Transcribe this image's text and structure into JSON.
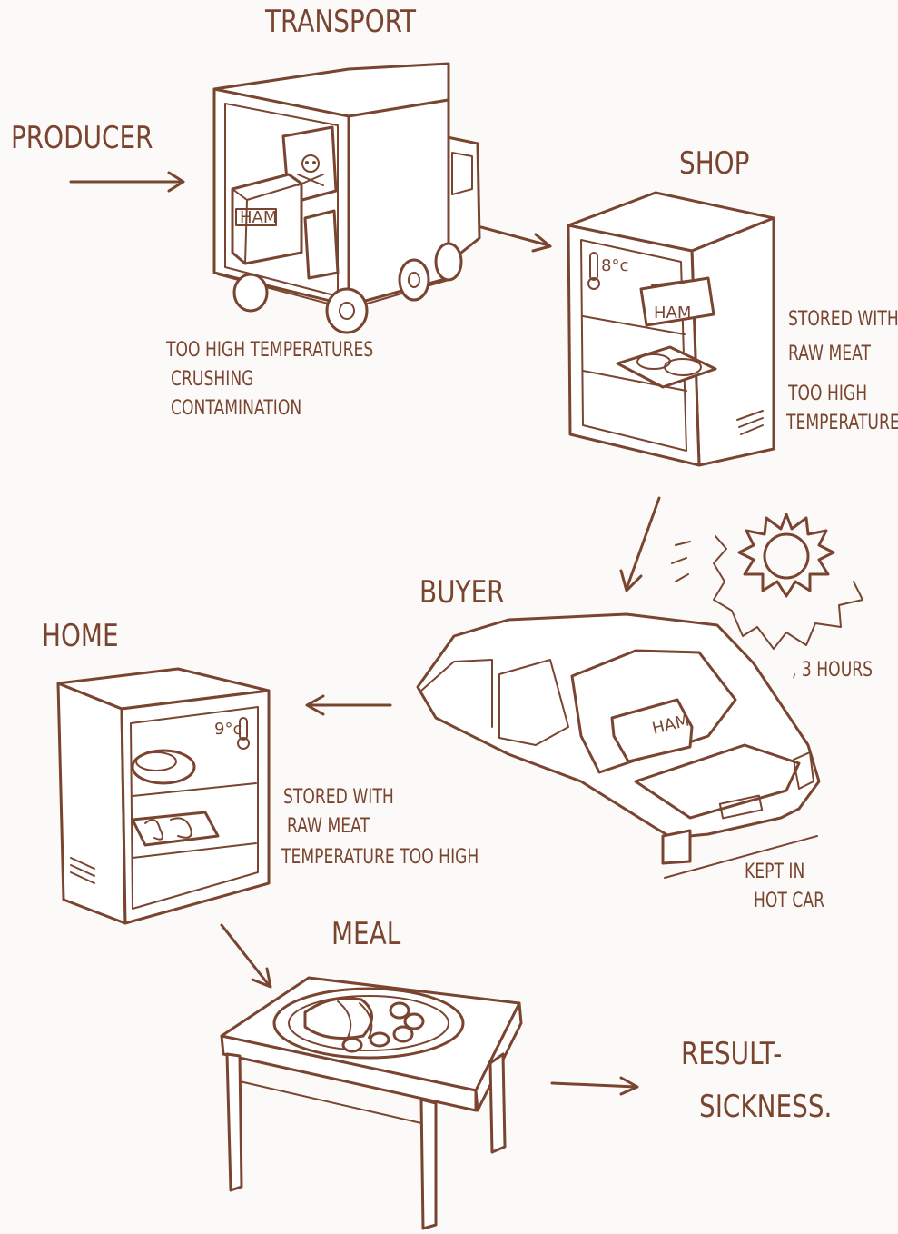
{
  "stages": {
    "producer": "PRODUCER",
    "transport": "TRANSPORT",
    "shop": "SHOP",
    "buyer": "BUYER",
    "home": "HOME",
    "meal": "MEAL",
    "result_line1": "RESULT-",
    "result_line2": "SICKNESS."
  },
  "notes": {
    "transport": [
      "TOO HIGH TEMPERATURES",
      "CRUSHING",
      "CONTAMINATION"
    ],
    "shop": [
      "STORED WITH",
      "RAW MEAT",
      "TOO HIGH",
      "TEMPERATURES"
    ],
    "buyer_time": ", 3 HOURS",
    "buyer": [
      "KEPT IN",
      "HOT CAR"
    ],
    "home": [
      "STORED WITH",
      "RAW MEAT",
      "TEMPERATURE TOO HIGH"
    ]
  },
  "readouts": {
    "shop_temp": "8°c",
    "home_temp": "9°c",
    "ham_label": "HAM"
  },
  "colors": {
    "ink": "#7a4530",
    "paper": "#fcfaf8"
  }
}
